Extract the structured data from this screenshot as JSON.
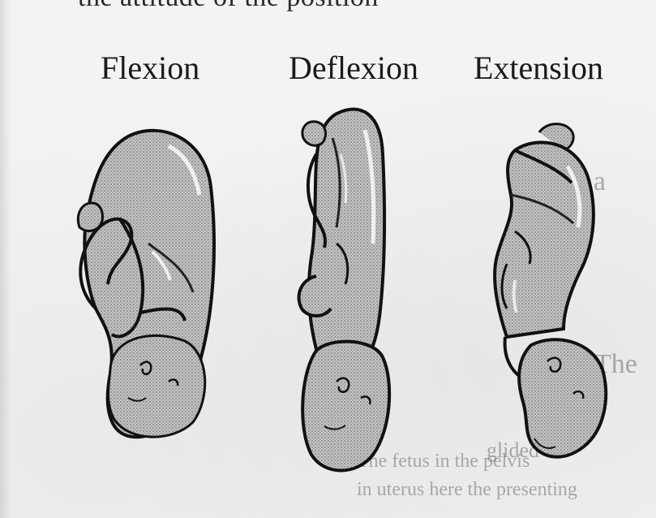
{
  "page": {
    "top_text": "the attitude of the position",
    "captions": {
      "flexion": "Flexion",
      "deflexion": "Deflexion",
      "extension": "Extension"
    }
  },
  "colors": {
    "ink": "#111111",
    "fill": "#bfbfbf",
    "paper": "#f3f3f1"
  }
}
